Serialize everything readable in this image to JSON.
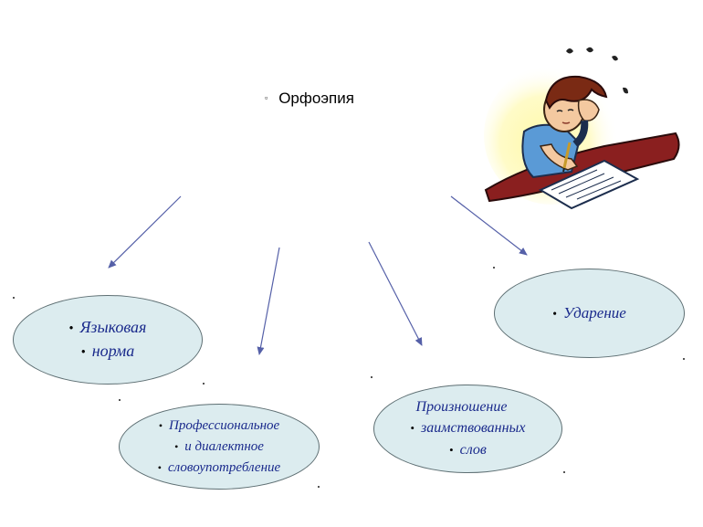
{
  "title": {
    "text": "Орфоэпия"
  },
  "nodes": {
    "norm": {
      "lines": [
        "Языковая",
        "норма"
      ]
    },
    "prof": {
      "lines": [
        "Профессиональное",
        "и диалектное",
        "словоупотребление"
      ]
    },
    "pron": {
      "lines": [
        "Произношение",
        "заимствованных",
        "слов"
      ]
    },
    "stress": {
      "lines": [
        "Ударение"
      ]
    }
  },
  "colors": {
    "ellipse_fill": "#dcecef",
    "ellipse_stroke": "#5e6f73",
    "node_text": "#1a2a8c",
    "arrow": "#5560a8"
  },
  "clipart": {
    "icon": "student-writing-icon"
  }
}
